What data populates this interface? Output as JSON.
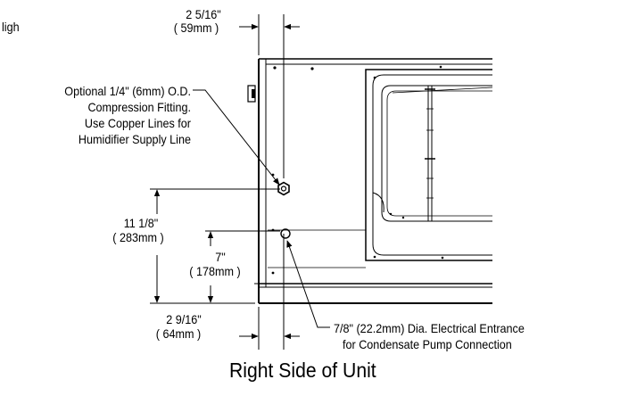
{
  "diagram": {
    "top_left_fragment": "ligh",
    "dim_top": {
      "imperial": "2 5/16\"",
      "metric": "( 59mm )"
    },
    "fitting_note": [
      "Optional 1/4\" (6mm) O.D.",
      "Compression Fitting.",
      "Use Copper Lines for",
      "Humidifier Supply Line"
    ],
    "dim_height_large": {
      "imperial": "11 1/8\"",
      "metric": "( 283mm )"
    },
    "dim_height_small": {
      "imperial": "7\"",
      "metric": "( 178mm )"
    },
    "dim_bottom": {
      "imperial": "2 9/16\"",
      "metric": "( 64mm )"
    },
    "entrance_note": [
      "7/8\" (22.2mm) Dia. Electrical Entrance",
      "for Condensate Pump Connection"
    ],
    "caption": "Right Side of Unit"
  },
  "colors": {
    "line": "#000000",
    "background": "#ffffff"
  }
}
